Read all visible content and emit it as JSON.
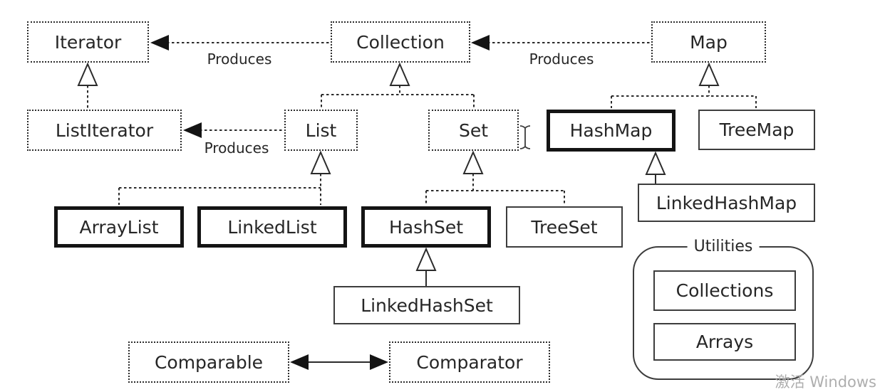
{
  "diagram": {
    "title_hint": "Java Collections Framework class diagram",
    "nodes": {
      "iterator": {
        "label": "Iterator"
      },
      "collection": {
        "label": "Collection"
      },
      "map": {
        "label": "Map"
      },
      "listiterator": {
        "label": "ListIterator"
      },
      "list": {
        "label": "List"
      },
      "set": {
        "label": "Set"
      },
      "hashmap": {
        "label": "HashMap"
      },
      "treemap": {
        "label": "TreeMap"
      },
      "arraylist": {
        "label": "ArrayList"
      },
      "linkedlist": {
        "label": "LinkedList"
      },
      "hashset": {
        "label": "HashSet"
      },
      "treeset": {
        "label": "TreeSet"
      },
      "linkedhashmap": {
        "label": "LinkedHashMap"
      },
      "linkedhashset": {
        "label": "LinkedHashSet"
      },
      "comparable": {
        "label": "Comparable"
      },
      "comparator": {
        "label": "Comparator"
      },
      "collections": {
        "label": "Collections"
      },
      "arrays": {
        "label": "Arrays"
      }
    },
    "groups": {
      "utilities": {
        "label": "Utilities"
      }
    },
    "edge_labels": {
      "produces": "Produces"
    },
    "colors": {
      "line": "#2b2b2b",
      "text": "#262626",
      "background": "#ffffff",
      "watermark": "#aeaeae"
    }
  },
  "watermark": {
    "text": "激活 Windows"
  }
}
